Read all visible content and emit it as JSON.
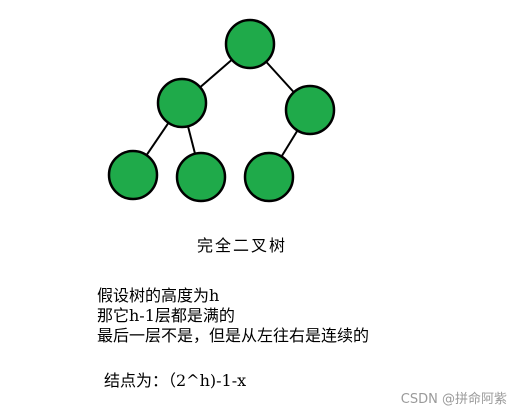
{
  "diagram": {
    "node_fill": "#1faa4a",
    "node_stroke": "#000000",
    "edge_color": "#000000",
    "nodes": [
      {
        "id": "root",
        "level": 0
      },
      {
        "id": "left-child",
        "level": 1
      },
      {
        "id": "right-child",
        "level": 1
      },
      {
        "id": "left-left-leaf",
        "level": 2
      },
      {
        "id": "left-right-leaf",
        "level": 2
      },
      {
        "id": "right-left-leaf",
        "level": 2
      }
    ],
    "edges": [
      [
        "root",
        "left-child"
      ],
      [
        "root",
        "right-child"
      ],
      [
        "left-child",
        "left-left-leaf"
      ],
      [
        "left-child",
        "left-right-leaf"
      ],
      [
        "right-child",
        "right-left-leaf"
      ]
    ]
  },
  "caption": "完全二叉树",
  "notes": [
    "假设树的高度为h",
    "那它h-1层都是满的",
    "最后一层不是，但是从左往右是连续的"
  ],
  "formula": "结点为：（2^h)-1-x",
  "watermark": "CSDN @拼命阿紫"
}
